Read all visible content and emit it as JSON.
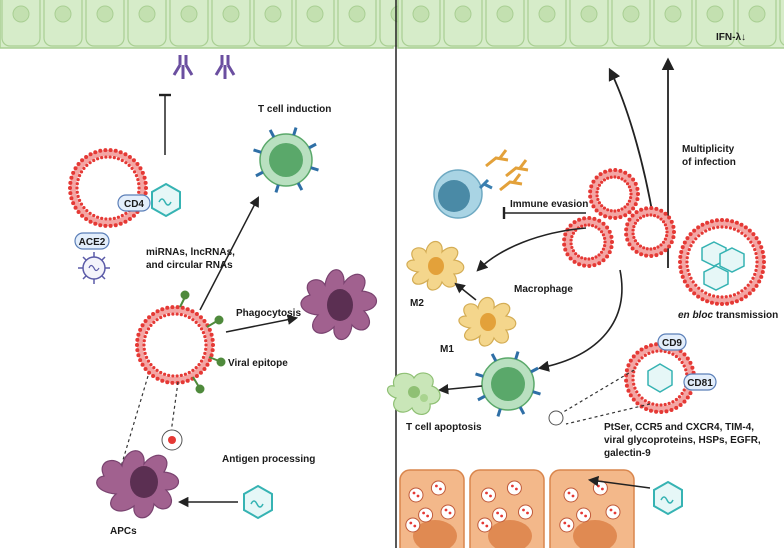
{
  "figure": {
    "left_panel": {
      "cd4_label": "CD4",
      "ace2_label": "ACE2",
      "mirna_line1": "miRNAs, lncRNAs,",
      "mirna_line2": "and circular RNAs",
      "t_cell_induction": "T cell induction",
      "phagocytosis": "Phagocytosis",
      "viral_epitope": "Viral epitope",
      "antigen_processing": "Antigen processing",
      "apcs": "APCs"
    },
    "right_panel": {
      "ifn_label": "IFN-λ↓",
      "multiplicity_line1": "Multiplicity",
      "multiplicity_line2": "of infection",
      "immune_evasion": "Immune evasion",
      "macrophage": "Macrophage",
      "m2": "M2",
      "m1": "M1",
      "en_bloc": "en bloc",
      "transmission": " transmission",
      "cd9_label": "CD9",
      "cd81_label": "CD81",
      "t_cell_apoptosis": "T cell apoptosis",
      "receptors_line1": "PtSer, CCR5 and CXCR4, TIM-4,",
      "receptors_line2": "viral glycoproteins, HSPs, EGFR,",
      "receptors_line3": "galectin-9"
    },
    "colors": {
      "epithelium": "#d6ecc9",
      "epithelium_border": "#a9cf93",
      "vesicle_red": "#e53935",
      "apc_purple": "#8a4f7d",
      "tcell_green": "#5aa86a",
      "virus_teal": "#36b3b3",
      "macrophage_yellow": "#f4d68c",
      "orange_cells": "#f3b88a"
    }
  }
}
